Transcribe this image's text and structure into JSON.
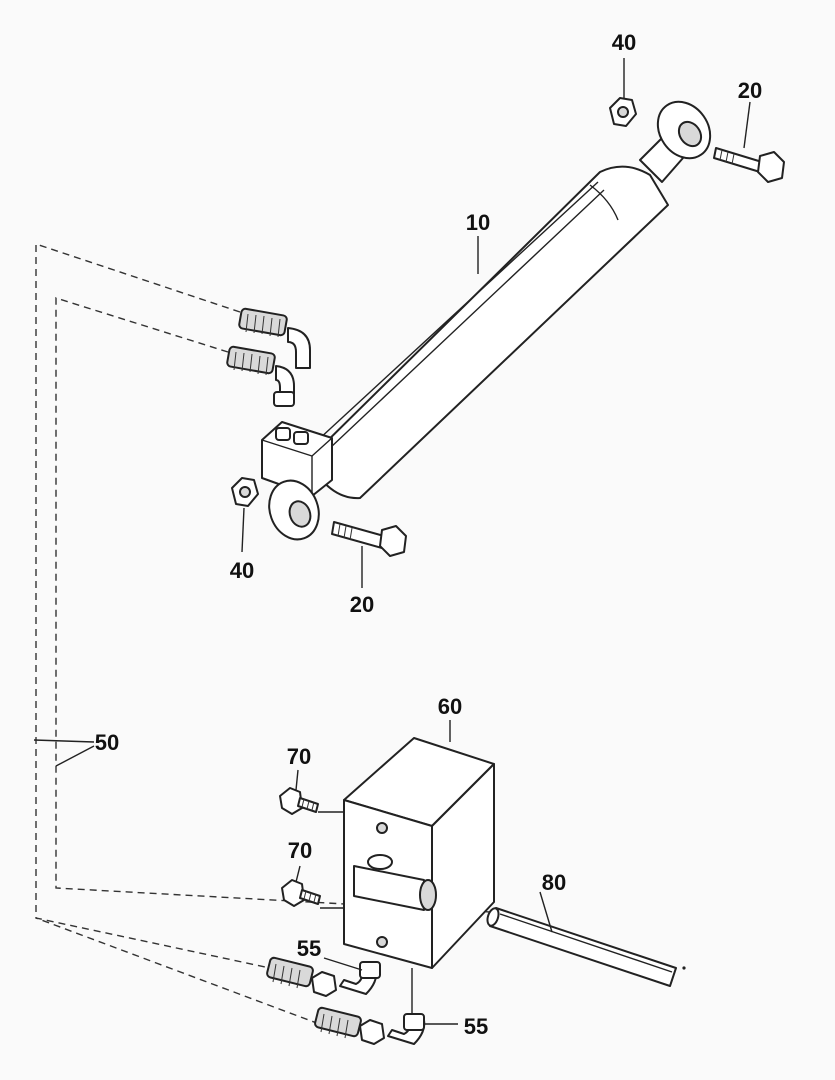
{
  "callouts": {
    "nut_top": "40",
    "bolt_top": "20",
    "cylinder": "10",
    "nut_bottom": "40",
    "bolt_bottom": "20",
    "hose": "50",
    "block": "60",
    "screw_upper": "70",
    "screw_lower": "70",
    "elbow_upper": "55",
    "elbow_lower": "55",
    "rod": "80"
  },
  "colors": {
    "line": "#222222",
    "background": "#fafafa",
    "shade": "#d9d9d9"
  }
}
